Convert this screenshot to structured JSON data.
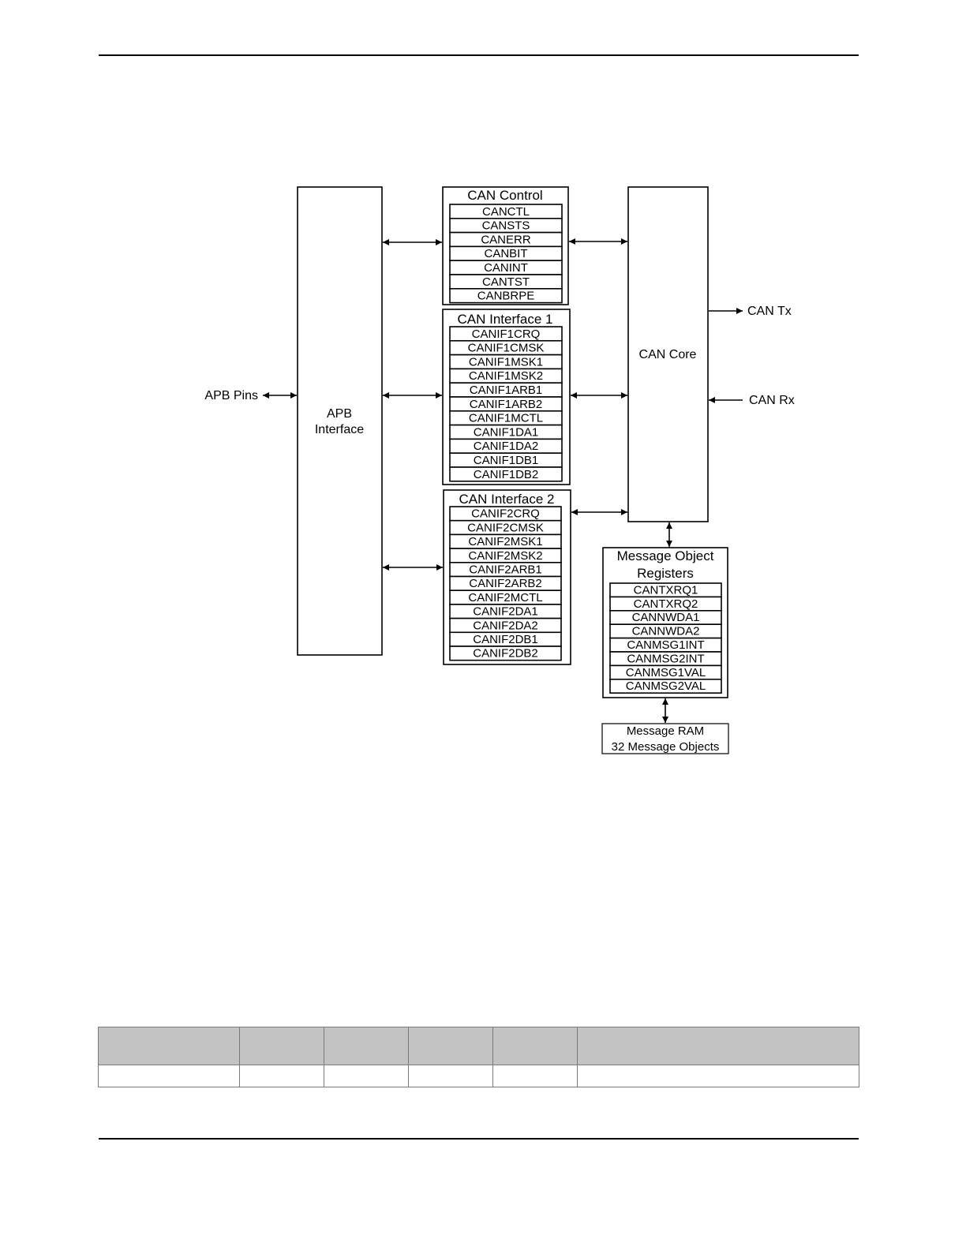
{
  "diagram": {
    "apb_pins": "APB Pins",
    "apb_interface": [
      "APB",
      "Interface"
    ],
    "can_control": {
      "title": "CAN Control",
      "registers": [
        "CANCTL",
        "CANSTS",
        "CANERR",
        "CANBIT",
        "CANINT",
        "CANTST",
        "CANBRPE"
      ]
    },
    "can_interface_1": {
      "title": "CAN Interface 1",
      "registers": [
        "CANIF1CRQ",
        "CANIF1CMSK",
        "CANIF1MSK1",
        "CANIF1MSK2",
        "CANIF1ARB1",
        "CANIF1ARB2",
        "CANIF1MCTL",
        "CANIF1DA1",
        "CANIF1DA2",
        "CANIF1DB1",
        "CANIF1DB2"
      ]
    },
    "can_interface_2": {
      "title": "CAN Interface 2",
      "registers": [
        "CANIF2CRQ",
        "CANIF2CMSK",
        "CANIF2MSK1",
        "CANIF2MSK2",
        "CANIF2ARB1",
        "CANIF2ARB2",
        "CANIF2MCTL",
        "CANIF2DA1",
        "CANIF2DA2",
        "CANIF2DB1",
        "CANIF2DB2"
      ]
    },
    "can_core": "CAN Core",
    "can_tx": "CAN Tx",
    "can_rx": "CAN Rx",
    "message_object_registers": {
      "title": [
        "Message Object",
        "Registers"
      ],
      "registers": [
        "CANTXRQ1",
        "CANTXRQ2",
        "CANNWDA1",
        "CANNWDA2",
        "CANMSG1INT",
        "CANMSG2INT",
        "CANMSG1VAL",
        "CANMSG2VAL"
      ]
    },
    "message_ram": [
      "Message RAM",
      "32 Message Objects"
    ]
  },
  "table": {
    "columns": 6,
    "rows": 1
  }
}
